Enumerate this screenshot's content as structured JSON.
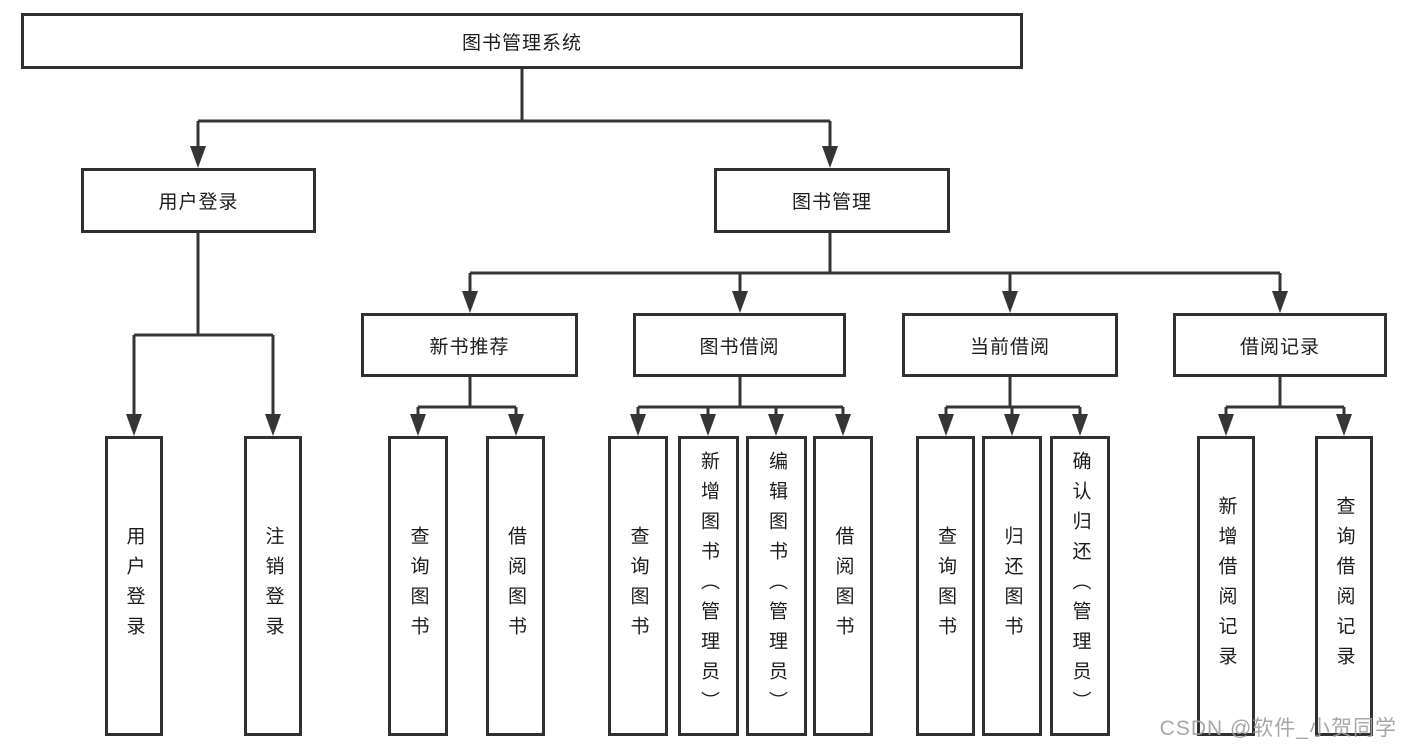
{
  "diagram": {
    "root": {
      "label": "图书管理系统"
    },
    "level2": [
      {
        "label": "用户登录"
      },
      {
        "label": "图书管理"
      }
    ],
    "level3": [
      {
        "label": "新书推荐"
      },
      {
        "label": "图书借阅"
      },
      {
        "label": "当前借阅"
      },
      {
        "label": "借阅记录"
      }
    ],
    "leaves": [
      {
        "label": "用户登录"
      },
      {
        "label": "注销登录"
      },
      {
        "label": "查询图书"
      },
      {
        "label": "借阅图书"
      },
      {
        "label": "查询图书"
      },
      {
        "label": "新增图书（管理员）"
      },
      {
        "label": "编辑图书（管理员）"
      },
      {
        "label": "借阅图书"
      },
      {
        "label": "查询图书"
      },
      {
        "label": "归还图书"
      },
      {
        "label": "确认归还（管理员）"
      },
      {
        "label": "新增借阅记录"
      },
      {
        "label": "查询借阅记录"
      }
    ]
  },
  "watermark": {
    "text": "CSDN @软件_小贺同学"
  },
  "colors": {
    "box_border": "#303030",
    "connector": "#353535",
    "text": "#1c1c1c",
    "watermark": "#a0a0a4",
    "background": "#ffffff"
  }
}
